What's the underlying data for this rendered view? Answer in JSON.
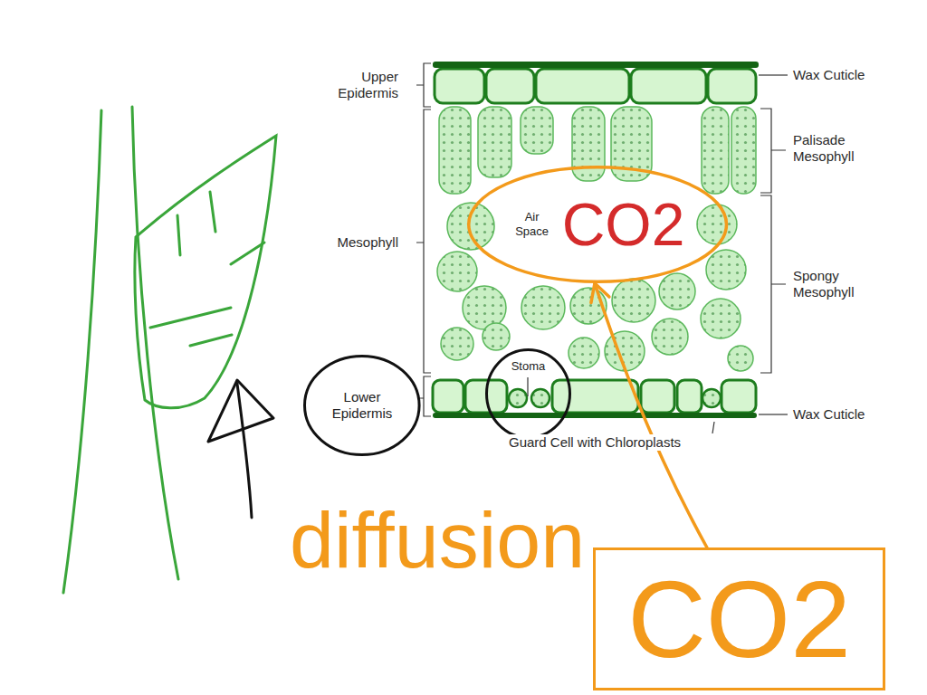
{
  "diagram": {
    "nodes": [
      {
        "text": [
          "Air Space",
          "CO2"
        ]
      },
      {
        "text": [
          "Stoma"
        ]
      },
      {
        "text": [
          "Lower Epidermis"
        ]
      },
      {
        "text": [
          "CO2"
        ]
      }
    ],
    "edges": [
      {
        "from": 3,
        "to": 0,
        "arrow": "to",
        "label": "diffusion"
      }
    ],
    "labels": [
      "Upper Epidermis",
      "Wax Cuticle",
      "Palisade Mesophyll",
      "Mesophyll",
      "Spongy Mesophyll",
      "Wax Cuticle",
      "Guard Cell with Chloroplasts"
    ]
  }
}
